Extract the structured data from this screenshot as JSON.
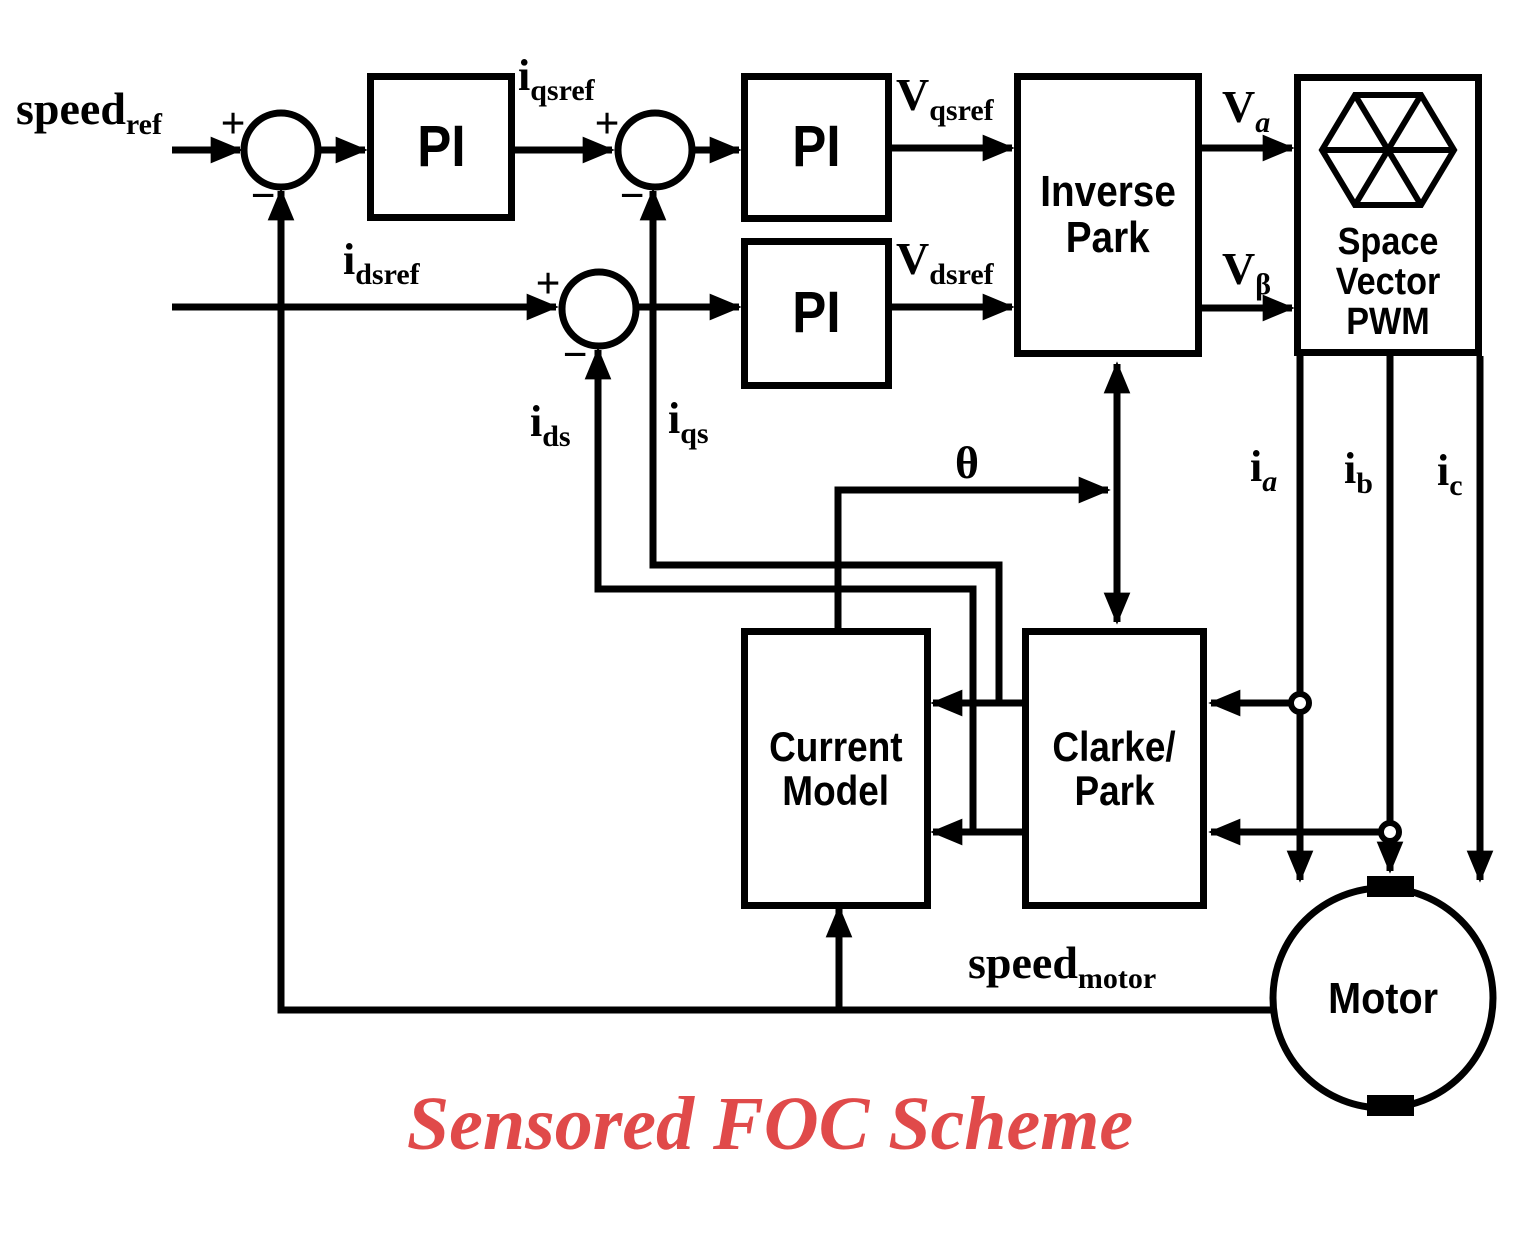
{
  "title": {
    "text": "Sensored FOC Scheme",
    "color": "#e04a4a"
  },
  "colors": {
    "ink": "#000000",
    "background": "#ffffff"
  },
  "blocks": {
    "pi_speed": "PI",
    "pi_q": "PI",
    "pi_d": "PI",
    "inverse_park": {
      "line1": "Inverse",
      "line2": "Park"
    },
    "svpwm": {
      "line1": "Space",
      "line2": "Vector",
      "line3": "PWM"
    },
    "current_model": {
      "line1": "Current",
      "line2": "Model"
    },
    "clarke_park": {
      "line1": "Clarke/",
      "line2": "Park"
    },
    "motor": "Motor"
  },
  "icons": {
    "svpwm_hexagon": "space-vector-hexagon"
  },
  "signals": {
    "speed_ref": {
      "main": "speed",
      "sub": "ref"
    },
    "i_qsref": {
      "main": "i",
      "sub": "qsref"
    },
    "i_dsref": {
      "main": "i",
      "sub": "dsref"
    },
    "v_qsref": {
      "main": "V",
      "sub": "qsref"
    },
    "v_dsref": {
      "main": "V",
      "sub": "dsref"
    },
    "v_alpha": {
      "main": "V",
      "sub": "a"
    },
    "v_beta": {
      "main": "V",
      "sub": "β"
    },
    "i_ds": {
      "main": "i",
      "sub": "ds"
    },
    "i_qs": {
      "main": "i",
      "sub": "qs"
    },
    "theta": "θ",
    "i_a": {
      "main": "i",
      "sub": "a"
    },
    "i_b": {
      "main": "i",
      "sub": "b"
    },
    "i_c": {
      "main": "i",
      "sub": "c"
    },
    "speed_motor": {
      "main": "speed",
      "sub": "motor"
    }
  },
  "signs": {
    "plus": "+",
    "minus": "−"
  }
}
